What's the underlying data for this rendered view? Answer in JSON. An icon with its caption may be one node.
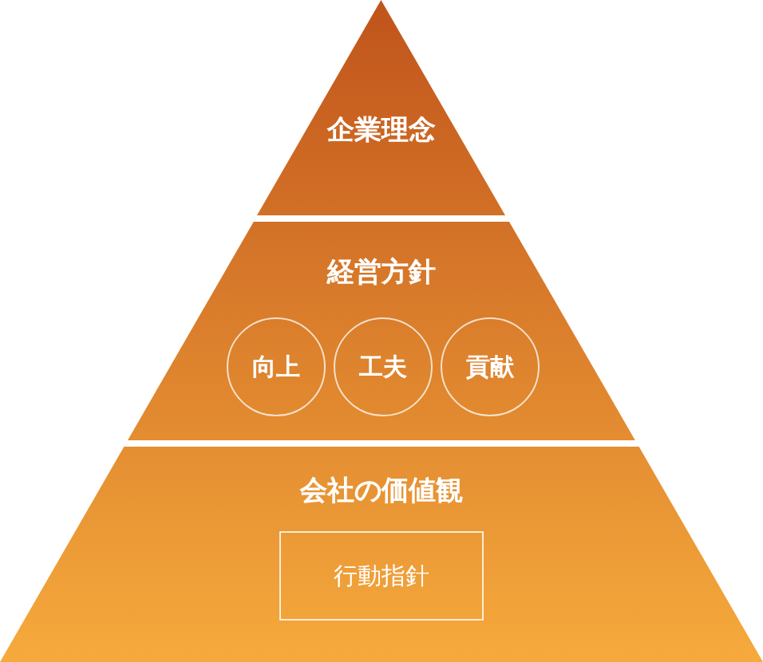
{
  "diagram": {
    "nodes": [
      {
        "text": [
          "企業理念"
        ]
      },
      {
        "text": [
          "経営方針"
        ]
      },
      {
        "text": [
          "向上"
        ],
        "in": 1
      },
      {
        "text": [
          "工夫"
        ],
        "in": 1
      },
      {
        "text": [
          "貢献"
        ],
        "in": 1
      },
      {
        "text": [
          "会社の価値観"
        ]
      },
      {
        "text": [
          "行動指針"
        ],
        "in": 5
      }
    ]
  }
}
